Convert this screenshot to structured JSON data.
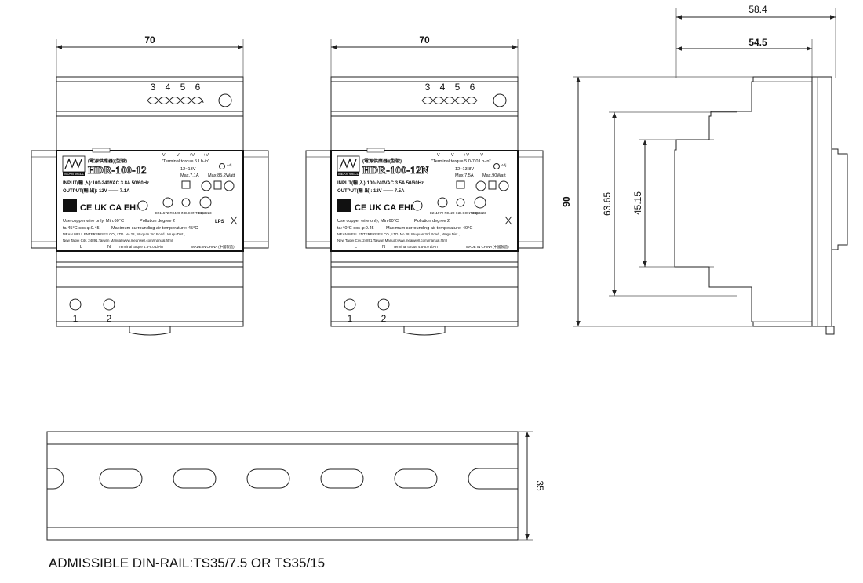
{
  "views": {
    "left": {
      "width_dim": "70",
      "top_terminals": [
        "3",
        "4",
        "5",
        "6"
      ],
      "bottom_terminals": [
        "1",
        "2"
      ],
      "label": {
        "brand_title": "(電源供應器)(型號)",
        "model": "HDR-100-12",
        "logo_caption": "MEAN WELL",
        "torque_top": "\"Terminal torque 5 Lb-in\"",
        "terminals": [
          "-V",
          "-V",
          "+V",
          "+V"
        ],
        "adj": "Adj.",
        "vrange": "12~13V",
        "max_current": "Max.7.1A",
        "max_power": "Max.85.2Watt",
        "input": "INPUT(輸 入):100-240VAC 3.8A 50/60Hz",
        "output": "OUTPUT(輸 出): 12V ═══ 7.1A",
        "cert_text": "CE UK CA EHI",
        "cert_codes": "E211572 R0420 IND.CONT.EQ.",
        "cert_code2": "E183223",
        "lps": "LPS",
        "copper": "Use copper wire only, Min.60°C",
        "pollution": "Pollution degree 2",
        "ta": "ta:45°C   cos φ:0.45",
        "max_temp": "Maximum surrounding air temperature: 45°C",
        "company": "MEAN WELL ENTERPRISES CO., LTD.  No.28, Wuquan 3rd Road., Wugu Dist.,",
        "city": "New Taipei City, 24891,Taiwan   Manual:www.meanwell.com/manual.html",
        "l": "L",
        "n": "N",
        "torque_bottom": "\"Terminal torque 4.5-6.0 Lb-in\"",
        "made_in": "MADE IN CHINA (中國製造)"
      }
    },
    "middle": {
      "width_dim": "70",
      "top_terminals": [
        "3",
        "4",
        "5",
        "6"
      ],
      "bottom_terminals": [
        "1",
        "2"
      ],
      "label": {
        "brand_title": "(電源供應器)(型號)",
        "model": "HDR-100-12N",
        "logo_caption": "MEAN WELL",
        "torque_top": "\"Terminal torque 5.0-7.0 Lb-in\"",
        "terminals": [
          "-V",
          "-V",
          "+V",
          "+V"
        ],
        "adj": "Adj.",
        "vrange": "12~13.8V",
        "max_current": "Max.7.5A",
        "max_power": "Max.90Watt",
        "input": "INPUT(輸 入):100-240VAC 3.5A 50/60Hz",
        "output": "OUTPUT(輸 出): 12V ═══ 7.5A",
        "cert_text": "CE UK CA EHI",
        "cert_codes": "E211572 R0420 IND.CONT.EQ.",
        "cert_code2": "E183223",
        "lps": "",
        "copper": "Use copper wire only, Min.60°C",
        "pollution": "Pollution degree 2",
        "ta": "ta:40°C   cos φ:0.45",
        "max_temp": "Maximum surrounding air temperature: 40°C",
        "company": "MEAN WELL ENTERPRISES CO., LTD.  No.28, Wuquan 3rd Road., Wugu Dist.,",
        "city": "New Taipei City, 24891,Taiwan   Manual:www.meanwell.com/manual.html",
        "l": "L",
        "n": "N",
        "torque_bottom": "\"Terminal torque 4.5-6.0 Lb-in\"",
        "made_in": "MADE IN CHINA (中國製造)"
      }
    },
    "side": {
      "depth_total": "58.4",
      "depth_body": "54.5",
      "height": "90",
      "inner_height": "63.65",
      "inner_height2": "45.15"
    }
  },
  "rail": {
    "height_dim": "35",
    "caption": "ADMISSIBLE DIN-RAIL:TS35/7.5 OR TS35/15"
  }
}
